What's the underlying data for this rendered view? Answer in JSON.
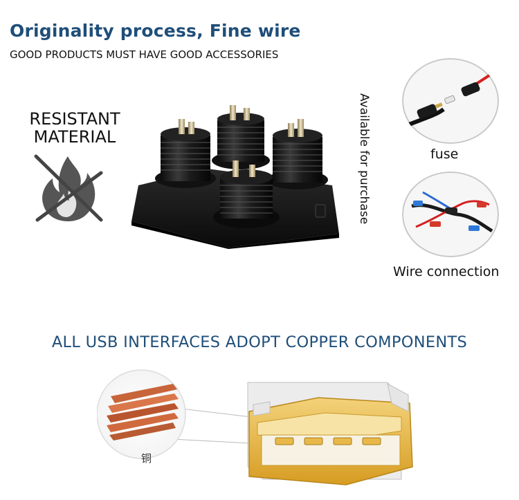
{
  "header": {
    "title": "Originality process, Fine wire",
    "subtitle": "GOOD PRODUCTS MUST HAVE GOOD ACCESSORIES"
  },
  "resistant": {
    "line1": "RESISTANT",
    "line2": "MATERIAL"
  },
  "side_note": "Available for purchase",
  "accessories": [
    {
      "label": "fuse",
      "icon": "fuse-icon"
    },
    {
      "label": "Wire connection",
      "icon": "wire-connector-icon"
    }
  ],
  "usb": {
    "heading": "ALL USB INTERFACES ADOPT COPPER COMPONENTS",
    "copper_label": "铜"
  },
  "colors": {
    "heading_blue": "#1f4e79",
    "copper": "#c8643a",
    "usb_gold": "#e2b43a"
  }
}
